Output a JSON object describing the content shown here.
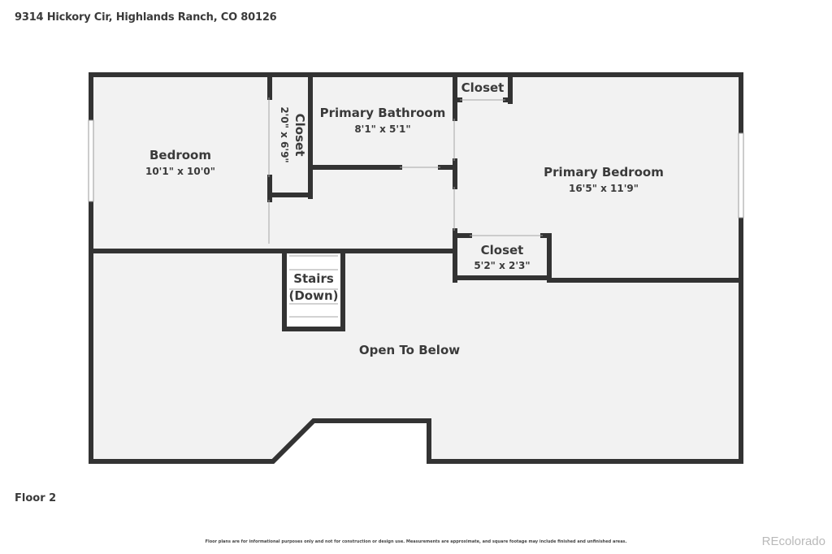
{
  "address": "9314 Hickory Cir, Highlands Ranch, CO 80126",
  "floor_label": "Floor 2",
  "disclaimer": "Floor plans are for informational purposes only and not for construction or design use. Measurements are approximate, and square footage may include finished and unfinished areas.",
  "watermark": "REcolorado",
  "rooms": {
    "bedroom": {
      "name": "Bedroom",
      "dims": "10'1\" x 10'0\""
    },
    "closet_vertical": {
      "name": "Closet",
      "dims": "2'0\" x 6'9\""
    },
    "primary_bathroom": {
      "name": "Primary Bathroom",
      "dims": "8'1\" x 5'1\""
    },
    "closet_top": {
      "name": "Closet"
    },
    "primary_bedroom": {
      "name": "Primary Bedroom",
      "dims": "16'5\" x 11'9\""
    },
    "closet_small": {
      "name": "Closet",
      "dims": "5'2\" x 2'3\""
    },
    "stairs": {
      "name_line1": "Stairs",
      "name_line2": "(Down)"
    },
    "open_to_below": {
      "name": "Open To Below"
    }
  },
  "colors": {
    "wall": "#333333",
    "floor": "#f2f2f2",
    "text": "#3a3a3a",
    "watermark": "#b9b9b9"
  }
}
